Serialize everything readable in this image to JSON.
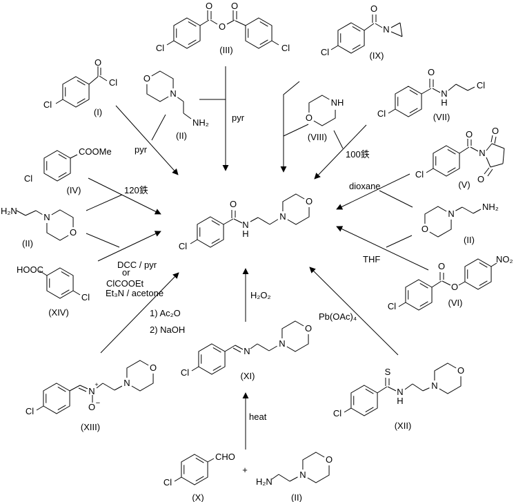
{
  "atoms": {
    "cl": "Cl",
    "o": "O",
    "n": "N",
    "h": "H",
    "s": "S",
    "nh": "NH",
    "nh2": "NH₂",
    "h2n": "H₂N",
    "cho": "CHO",
    "coome": "COOMe",
    "hooc": "HOOC",
    "no2": "NO₂",
    "plus": "+",
    "minus": "−"
  },
  "compounds": {
    "i": "(I)",
    "ii": "(II)",
    "iii": "(III)",
    "iv": "(IV)",
    "v": "(V)",
    "vi": "(VI)",
    "vii": "(VII)",
    "viii": "(VIII)",
    "ix": "(IX)",
    "x": "(X)",
    "xi": "(XI)",
    "xii": "(XII)",
    "xiii": "(XIII)",
    "xiv": "(XIV)"
  },
  "reagents": {
    "pyr": "pyr",
    "temp_100": "100鉄",
    "temp_120": "120鉄",
    "dioxane": "dioxane",
    "thf": "THF",
    "h2o2": "H₂O₂",
    "heat": "heat",
    "pb_oac_4": "Pb(OAc)₄",
    "dcc_pyr": "DCC / pyr",
    "or": "or",
    "clcooet": "ClCOOEt",
    "et3n_acetone": "Et₃N / acetone",
    "step1_ac2o": "1) Ac₂O",
    "step2_naoh": "2) NaOH",
    "plus": "+"
  }
}
